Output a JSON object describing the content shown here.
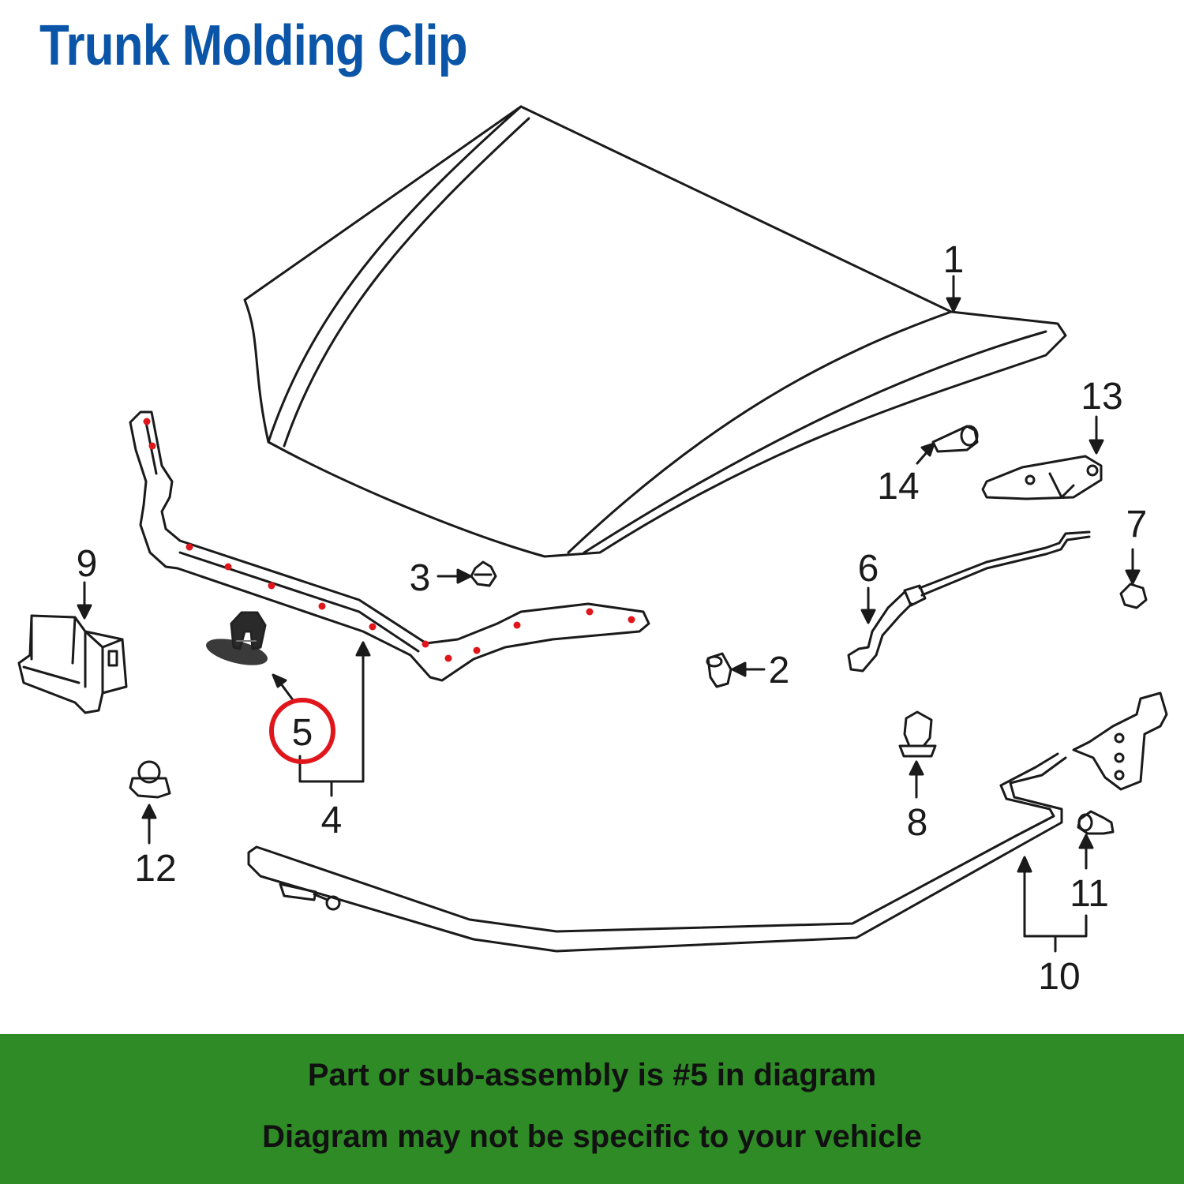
{
  "title": "Trunk Molding Clip",
  "highlight_color": "#e0161b",
  "title_color": "#0b55a8",
  "footer_color": "#2e8b26",
  "callouts": {
    "c1": "1",
    "c2": "2",
    "c3": "3",
    "c4": "4",
    "c5": "5",
    "c6": "6",
    "c7": "7",
    "c8": "8",
    "c9": "9",
    "c10": "10",
    "c11": "11",
    "c12": "12",
    "c13": "13",
    "c14": "14"
  },
  "footer": {
    "line1": "Part or sub-assembly is #5 in diagram",
    "line2": "Diagram may not be specific to your vehicle"
  }
}
